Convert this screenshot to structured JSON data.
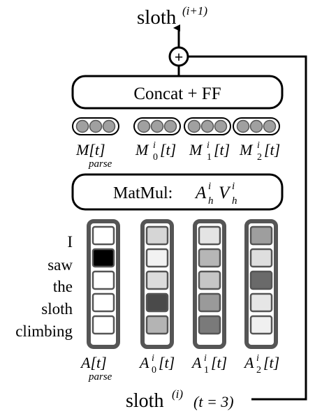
{
  "output": {
    "base": "sloth",
    "sup": "(i+1)"
  },
  "plus_symbol": "+",
  "concat_label": "Concat + FF",
  "memory_labels": [
    {
      "main": "M[t]",
      "sub": "parse",
      "sup": ""
    },
    {
      "main": "M",
      "sub": "0",
      "sup": "i",
      "suffix": "[t]"
    },
    {
      "main": "M",
      "sub": "1",
      "sup": "i",
      "suffix": "[t]"
    },
    {
      "main": "M",
      "sub": "2",
      "sup": "i",
      "suffix": "[t]"
    }
  ],
  "matmul": {
    "prefix": "MatMul: ",
    "a": "A",
    "v": "V",
    "sub": "h",
    "sup": "i"
  },
  "words": [
    "I",
    "saw",
    "the",
    "sloth",
    "climbing"
  ],
  "attention_labels": [
    {
      "main": "A[t]",
      "sub": "parse",
      "sup": ""
    },
    {
      "main": "A",
      "sub": "0",
      "sup": "i",
      "suffix": "[t]"
    },
    {
      "main": "A",
      "sub": "1",
      "sup": "i",
      "suffix": "[t]"
    },
    {
      "main": "A",
      "sub": "2",
      "sup": "i",
      "suffix": "[t]"
    }
  ],
  "attention_columns": [
    {
      "cells": [
        "#ffffff",
        "#000000",
        "#ffffff",
        "#ffffff",
        "#ffffff"
      ]
    },
    {
      "cells": [
        "#d6d6d6",
        "#f2f2f2",
        "#dcdcdc",
        "#4a4a4a",
        "#b4b4b4"
      ]
    },
    {
      "cells": [
        "#e4e4e4",
        "#b6b6b6",
        "#c6c6c6",
        "#9a9a9a",
        "#7a7a7a"
      ]
    },
    {
      "cells": [
        "#9e9e9e",
        "#dedede",
        "#6a6a6a",
        "#e6e6e6",
        "#f0f0f0"
      ]
    }
  ],
  "input": {
    "base": "sloth",
    "sup": "(i)",
    "note": "(t = 3)"
  },
  "colors": {
    "stroke": "#000000",
    "column_frame": "#555555",
    "dot_fill": "#a0a0a0",
    "dot_stroke": "#555555"
  }
}
